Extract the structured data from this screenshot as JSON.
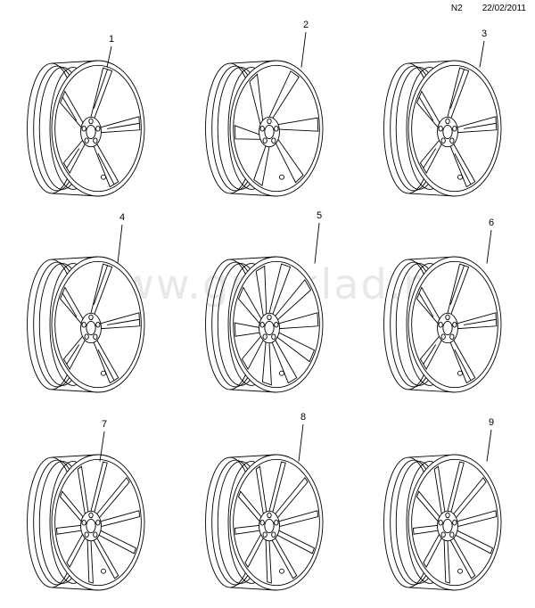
{
  "header": {
    "code": "N2",
    "date": "22/02/2011"
  },
  "watermark": "www.gmsklad.ru",
  "wheels": [
    {
      "label": "1",
      "spokes": 5,
      "style": "double"
    },
    {
      "label": "2",
      "spokes": 6,
      "style": "twisted"
    },
    {
      "label": "3",
      "spokes": 5,
      "style": "double"
    },
    {
      "label": "4",
      "spokes": 5,
      "style": "split"
    },
    {
      "label": "5",
      "spokes": 10,
      "style": "mesh"
    },
    {
      "label": "6",
      "spokes": 5,
      "style": "split"
    },
    {
      "label": "7",
      "spokes": 10,
      "style": "multi"
    },
    {
      "label": "8",
      "spokes": 10,
      "style": "multi"
    },
    {
      "label": "9",
      "spokes": 10,
      "style": "multi"
    }
  ],
  "colors": {
    "line": "#000000",
    "background": "#ffffff",
    "watermark": "#969696"
  }
}
